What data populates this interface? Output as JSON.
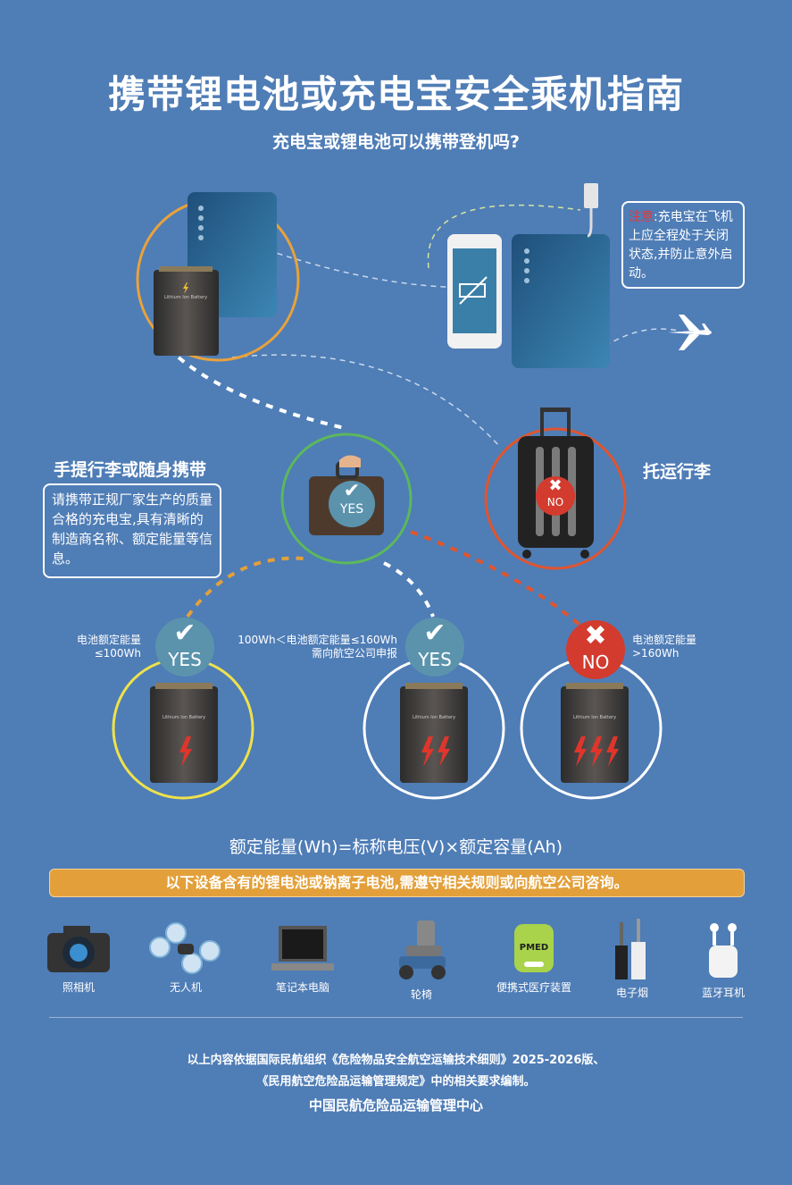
{
  "title": "携带锂电池或充电宝安全乘机指南",
  "subtitle": "充电宝或锂电池可以携带登机吗?",
  "note": {
    "warn": "注意",
    "text": ":充电宝在飞机上应全程处于关闭状态,并防止意外启动。"
  },
  "battery_label": "Lithium Ion Battery",
  "carry_on": {
    "title": "手提行李或随身携带",
    "text": "请携带正规厂家生产的质量合格的充电宝,具有清晰的制造商名称、额定能量等信息。",
    "badge": "YES"
  },
  "checked": {
    "title": "托运行李",
    "badge": "NO"
  },
  "tiers": [
    {
      "label_line1": "电池额定能量",
      "label_line2": "≤100Wh",
      "badge": "YES",
      "bolts": 1
    },
    {
      "label_line1": "100Wh＜电池额定能量≤160Wh",
      "label_line2": "需向航空公司申报",
      "badge": "YES",
      "bolts": 2
    },
    {
      "label_line1": "电池额定能量",
      "label_line2": ">160Wh",
      "badge": "NO",
      "bolts": 3
    }
  ],
  "formula": "额定能量(Wh)=标称电压(V)×额定容量(Ah)",
  "banner": "以下设备含有的锂电池或钠离子电池,需遵守相关规则或向航空公司咨询。",
  "devices": [
    {
      "label": "照相机",
      "icon": "camera-icon"
    },
    {
      "label": "无人机",
      "icon": "drone-icon"
    },
    {
      "label": "笔记本电脑",
      "icon": "laptop-icon"
    },
    {
      "label": "轮椅",
      "icon": "wheelchair-icon"
    },
    {
      "label": "便携式医疗装置",
      "icon": "medical-device-icon",
      "mark": "PMED"
    },
    {
      "label": "电子烟",
      "icon": "e-cigarette-icon"
    },
    {
      "label": "蓝牙耳机",
      "icon": "earbuds-icon"
    }
  ],
  "footer": {
    "line1": "以上内容依据国际民航组织《危险物品安全航空运输技术细则》2025-2026版、",
    "line2": "《民用航空危险品运输管理规定》中的相关要求编制。",
    "org": "中国民航危险品运输管理中心"
  },
  "colors": {
    "background": "#4f7db6",
    "yes": "#5b93ad",
    "no": "#d23b2e",
    "banner": "#e3a03a",
    "bolt": "#e0352b"
  }
}
